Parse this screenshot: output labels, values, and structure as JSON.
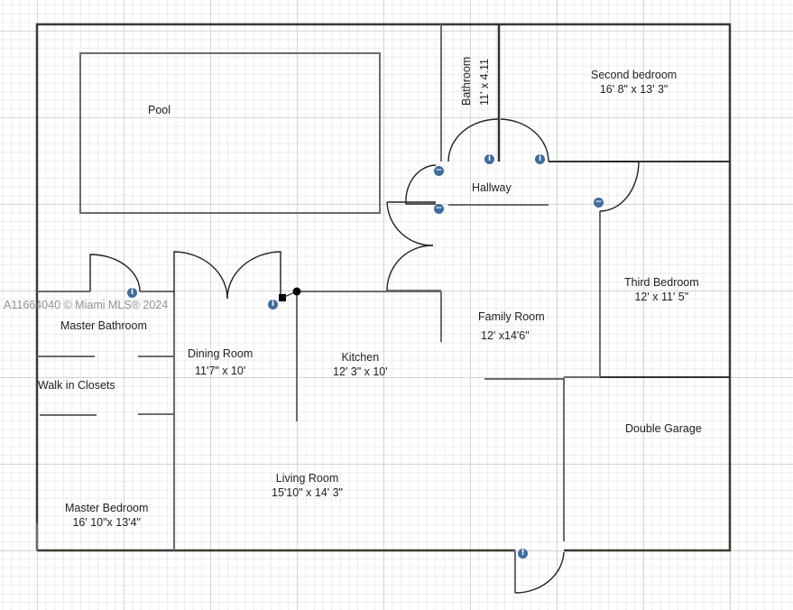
{
  "watermark": "A11664040 © Miami MLS® 2024",
  "colors": {
    "outer_wall": "#3a3a30",
    "inner_wall": "#6b6b6b",
    "door_arc": "#222222",
    "info_marker": "#3f6d9e"
  },
  "rooms": {
    "pool": {
      "name": "Pool",
      "dims": ""
    },
    "bathroom": {
      "name": "Bathroom",
      "dims": "11' x 4.11"
    },
    "second_bedroom": {
      "name": "Second bedroom",
      "dims": "16' 8\" x 13' 3\""
    },
    "hallway": {
      "name": "Hallway",
      "dims": ""
    },
    "third_bedroom": {
      "name": "Third Bedroom",
      "dims": "12' x 11' 5\""
    },
    "family_room": {
      "name": "Family Room",
      "dims": "12' x14'6\""
    },
    "master_bathroom": {
      "name": "Master Bathroom",
      "dims": ""
    },
    "dining_room": {
      "name": "Dining Room",
      "dims": "11'7\" x 10'"
    },
    "kitchen": {
      "name": "Kitchen",
      "dims": "12' 3\" x 10'"
    },
    "walk_in_closets": {
      "name": "Walk in Closets",
      "dims": ""
    },
    "double_garage": {
      "name": "Double Garage",
      "dims": ""
    },
    "living_room": {
      "name": "Living Room",
      "dims": "15'10\" x 14' 3\""
    },
    "master_bedroom": {
      "name": "Master Bedroom",
      "dims": "16' 10\"x 13'4\""
    }
  },
  "markers": {
    "info_glyph": "i",
    "minus_glyph": "−",
    "alert_glyph": "!"
  }
}
